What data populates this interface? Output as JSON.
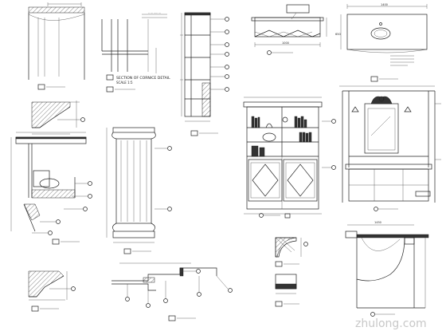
{
  "drawing": {
    "labels": {
      "cornice_section_title": "SECTION OF CORNICE DETAIL",
      "cornice_section_scale": "SCALE 1:5"
    },
    "dimensions": {
      "vanity_width": "1400",
      "vanity_side": "650",
      "cabinet_length": "1000",
      "vanity_counter": "1450"
    },
    "watermark": "zhulong.com"
  }
}
